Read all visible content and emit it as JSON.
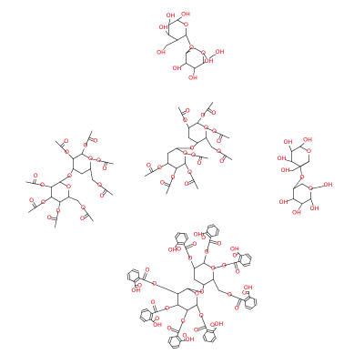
{
  "image": {
    "kind": "chemical-structure-drawing",
    "atom_label_color": "#e4000d",
    "bond_color": "#000000",
    "background": "#ffffff",
    "labels": {
      "oxygen": "O",
      "hydroxyl": "OH",
      "hydroxyl_left": "HO"
    }
  },
  "molecules": [
    {
      "name": "maltose-top",
      "description": "disaccharide, free hydroxyl groups"
    },
    {
      "name": "maltose-octaacetate",
      "description": "disaccharide, acetylated"
    },
    {
      "name": "lactose-octaacetate",
      "description": "disaccharide, acetylated"
    },
    {
      "name": "maltose-right",
      "description": "disaccharide, free hydroxyl groups"
    },
    {
      "name": "octa-phthalate",
      "description": "disaccharide, eight 2-carboxybenzoyl esters"
    }
  ]
}
